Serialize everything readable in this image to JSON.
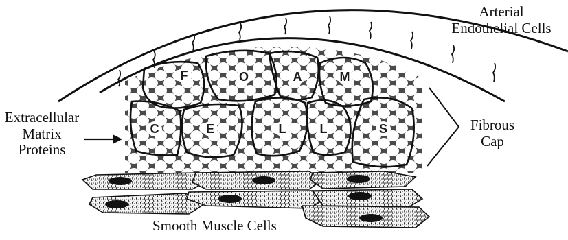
{
  "labels": {
    "endothelial_line1": "Arterial",
    "endothelial_line2": "Endothelial Cells",
    "ecm_line1": "Extracellular",
    "ecm_line2": "Matrix",
    "ecm_line3": "Proteins",
    "fibrous_line1": "Fibrous",
    "fibrous_line2": "Cap",
    "smooth_muscle": "Smooth Muscle Cells"
  },
  "foam_cells": [
    {
      "letter": "F"
    },
    {
      "letter": "O"
    },
    {
      "letter": "A"
    },
    {
      "letter": "M"
    },
    {
      "letter": "C"
    },
    {
      "letter": "E"
    },
    {
      "letter": "L"
    },
    {
      "letter": "L"
    },
    {
      "letter": "S"
    }
  ],
  "colors": {
    "ink": "#111111",
    "matrix": "#4a4a4a",
    "cell_fill": "#ffffff"
  }
}
